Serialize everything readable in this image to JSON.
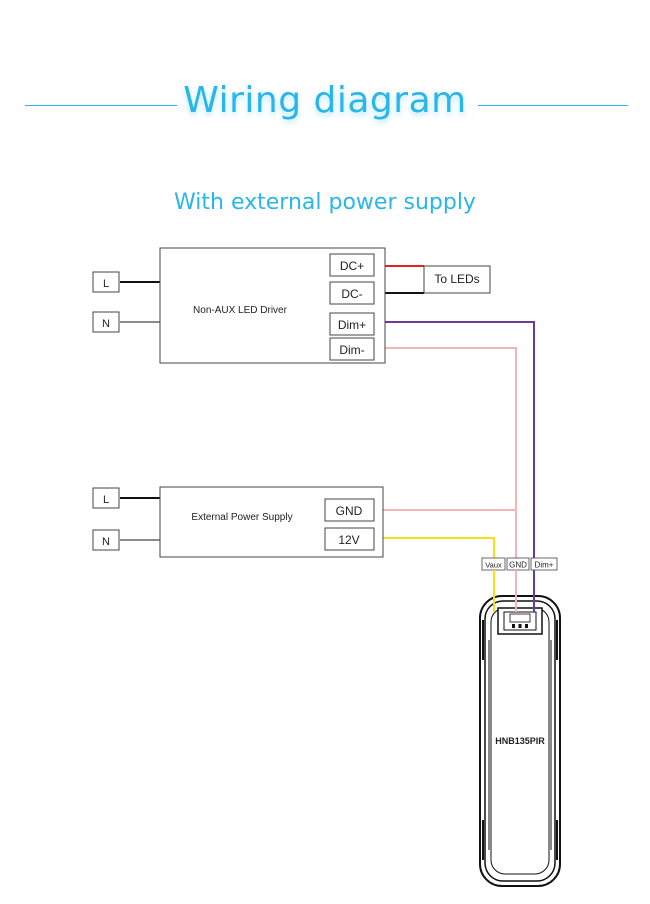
{
  "header": {
    "title": "Wiring diagram",
    "subtitle": "With external power supply"
  },
  "driver": {
    "label": "Non-AUX  LED  Driver",
    "input_l": "L",
    "input_n": "N",
    "terminals": [
      "DC+",
      "DC-",
      "Dim+",
      "Dim-"
    ],
    "load_label": "To LEDs"
  },
  "power_supply": {
    "label": "External Power Supply",
    "input_l": "L",
    "input_n": "N",
    "terminals": [
      "GND",
      "12V"
    ]
  },
  "sensor": {
    "model": "HNB135PIR",
    "pins": [
      "Vaux",
      "GND",
      "Dim+"
    ]
  },
  "wire_colors": {
    "dc_plus": "#e8201e",
    "dc_minus": "#111111",
    "dim_plus": "#6a3a9c",
    "dim_minus": "#f3b6b8",
    "gnd": "#f3b6b8",
    "v12": "#f2e21a",
    "live": "#111111",
    "neutral": "#8c8c8c"
  },
  "accent_color": "#29b6e8"
}
